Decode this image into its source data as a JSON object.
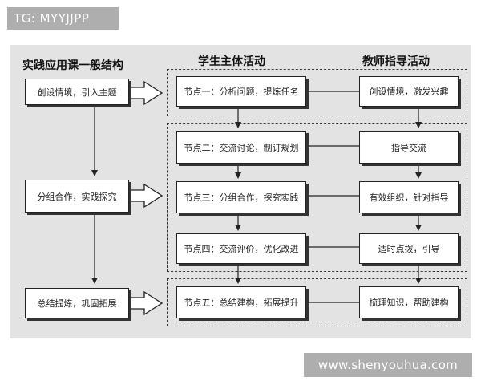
{
  "watermarks": {
    "top_left": "TG: MYYJJPP",
    "bottom_right": "www.shenyouhua.com"
  },
  "headers": {
    "structure": "实践应用课一般结构",
    "student": "学生主体活动",
    "teacher": "教师指导活动"
  },
  "phases": [
    "创设情境，引入主题",
    "分组合作，实践探究",
    "总结提炼，巩固拓展"
  ],
  "student_nodes": [
    "节点一：分析问题，提炼任务",
    "节点二：交流讨论，制订规划",
    "节点三：分组合作，探究实践",
    "节点四：交流评价，优化改进",
    "节点五：总结建构，拓展提升"
  ],
  "teacher_nodes": [
    "创设情境，激发兴趣",
    "指导交流",
    "有效组织，针对指导",
    "适时点拨，引导",
    "梳理知识，帮助建构"
  ],
  "colors": {
    "panel_background": "#e3e3e3",
    "watermark_background": "#aeaeae",
    "line": "#222222"
  }
}
